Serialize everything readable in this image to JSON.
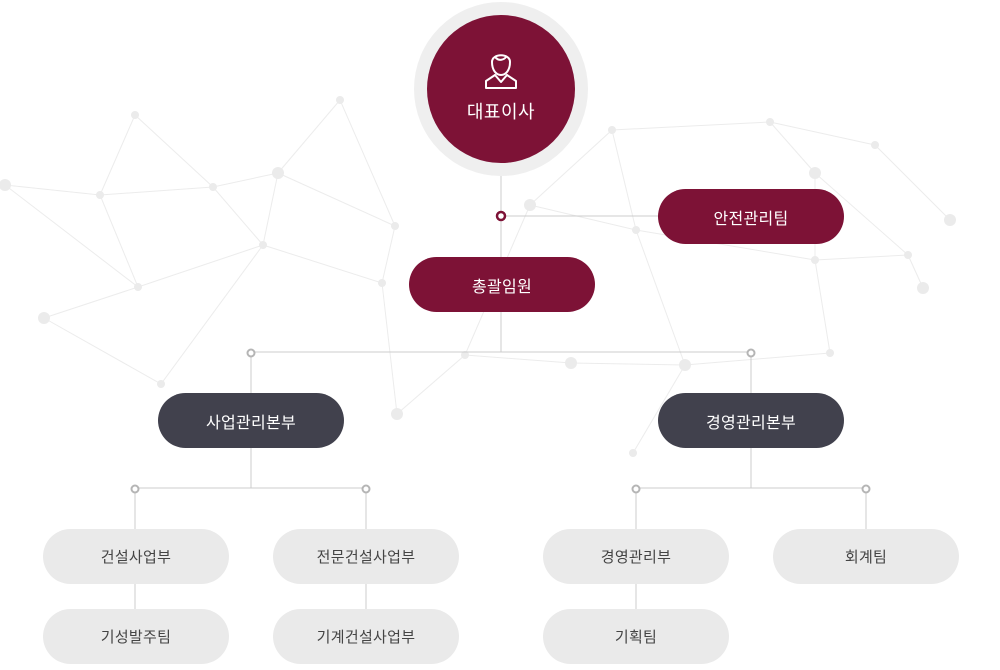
{
  "ceo": {
    "label": "대표이사",
    "icon": "person-icon"
  },
  "safety_team": {
    "label": "안전관리팀"
  },
  "executive": {
    "label": "총괄임원"
  },
  "divisions": [
    {
      "label": "사업관리본부",
      "groups": [
        {
          "head": "건설사업부",
          "sub": "기성발주팀"
        },
        {
          "head": "전문건설사업부",
          "sub": "기계건설사업부"
        }
      ]
    },
    {
      "label": "경영관리본부",
      "groups": [
        {
          "head": "경영관리부",
          "sub": "기획팀"
        },
        {
          "head": "회계팀"
        }
      ]
    }
  ],
  "colors": {
    "maroon": "#7d1236",
    "dark": "#41414d",
    "light": "#eaeaea",
    "connector": "#cccccc",
    "node_ring_gray": "#b5b5b5"
  }
}
